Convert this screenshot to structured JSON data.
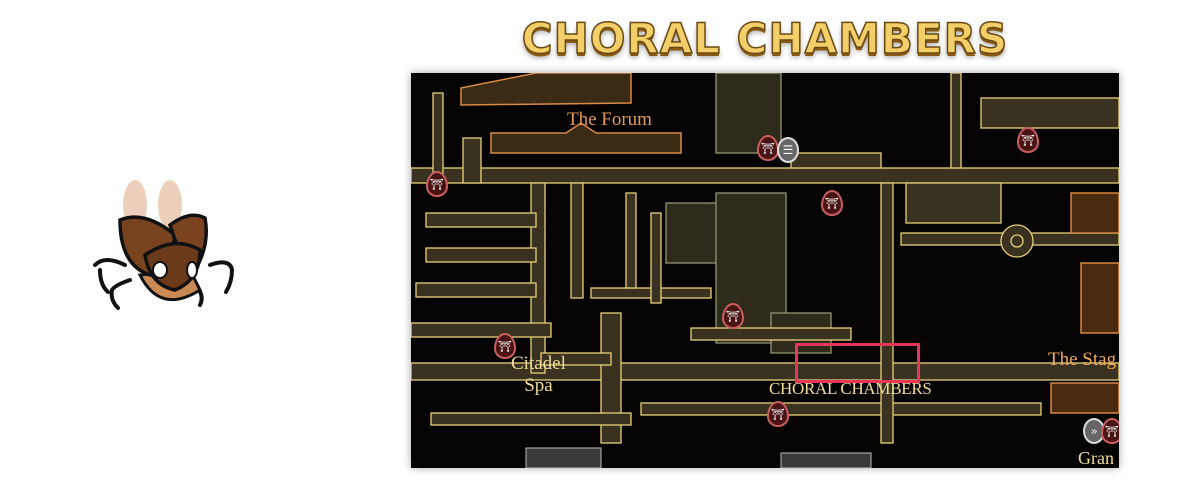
{
  "title": "CHORAL CHAMBERS",
  "map": {
    "labels": {
      "forum": "The Forum",
      "spa_line1": "Citadel",
      "spa_line2": "Spa",
      "choral": "CHORAL CHAMBERS",
      "stag": "The Stag",
      "gran": "Gran"
    },
    "highlight_color": "#e8365a"
  }
}
